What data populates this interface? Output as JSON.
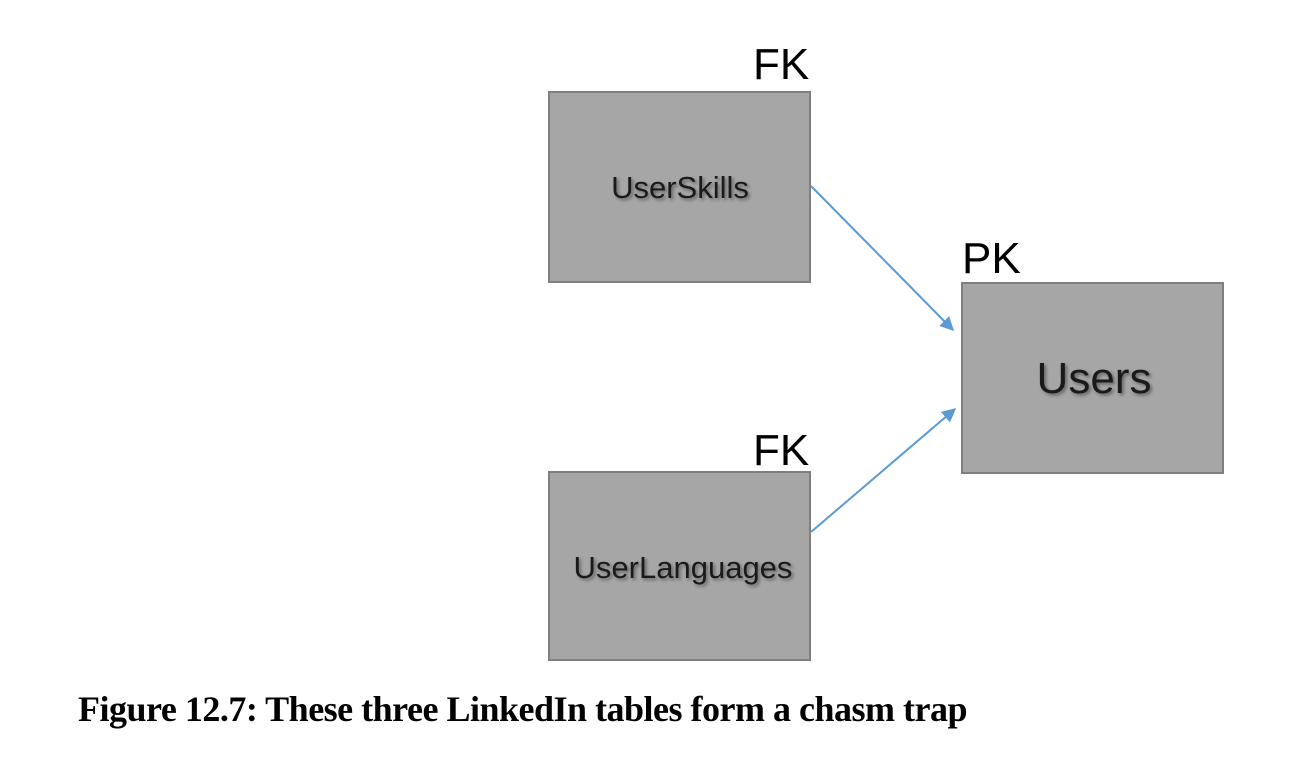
{
  "figure": {
    "caption": "Figure 12.7: These three LinkedIn tables form a chasm trap"
  },
  "diagram": {
    "tables": {
      "user_skills": {
        "label": "UserSkills",
        "key_label": "FK"
      },
      "users": {
        "label": "Users",
        "key_label": "PK"
      },
      "user_languages": {
        "label": "UserLanguages",
        "key_label": "FK"
      }
    },
    "relationships": [
      {
        "from": "UserSkills",
        "to": "Users",
        "kind": "foreign-key-arrow"
      },
      {
        "from": "UserLanguages",
        "to": "Users",
        "kind": "foreign-key-arrow"
      }
    ],
    "colors": {
      "box_fill": "#A6A6A6",
      "box_border": "#7F7F7F",
      "arrow": "#5B9BD5",
      "text": "#000000",
      "background": "#FFFFFF"
    }
  }
}
